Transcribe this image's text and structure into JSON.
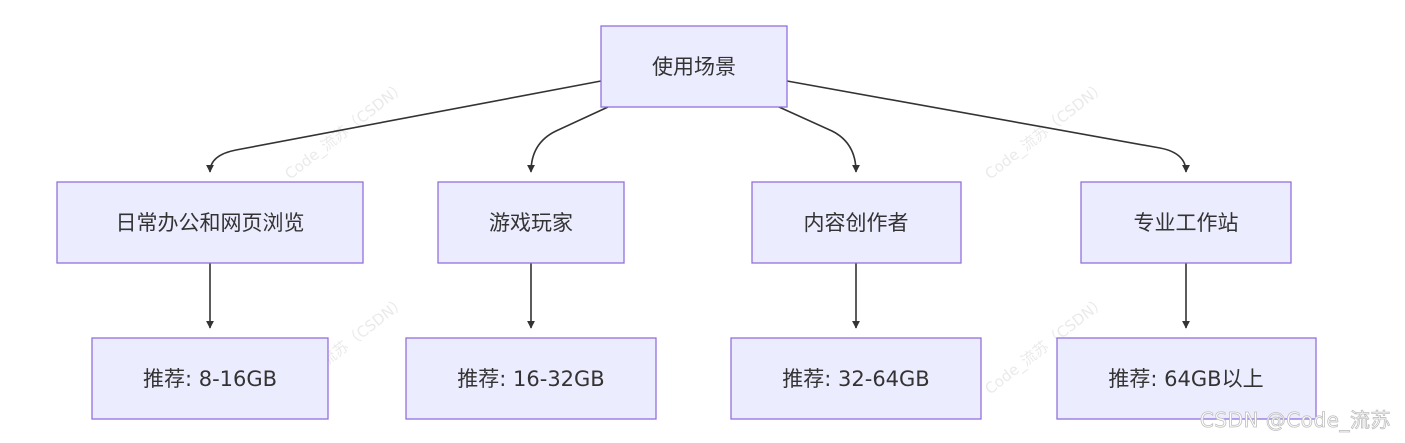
{
  "nodes": {
    "root": "使用场景",
    "cat_office": "日常办公和网页浏览",
    "cat_gamer": "游戏玩家",
    "cat_creator": "内容创作者",
    "cat_workstation": "专业工作站",
    "rec_office": "推荐: 8-16GB",
    "rec_gamer": "推荐: 16-32GB",
    "rec_creator": "推荐: 32-64GB",
    "rec_workstation": "推荐: 64GB以上"
  },
  "watermarks": {
    "diagonal": "Code_流苏（CSDN）",
    "corner": "CSDN @Code_流苏"
  }
}
